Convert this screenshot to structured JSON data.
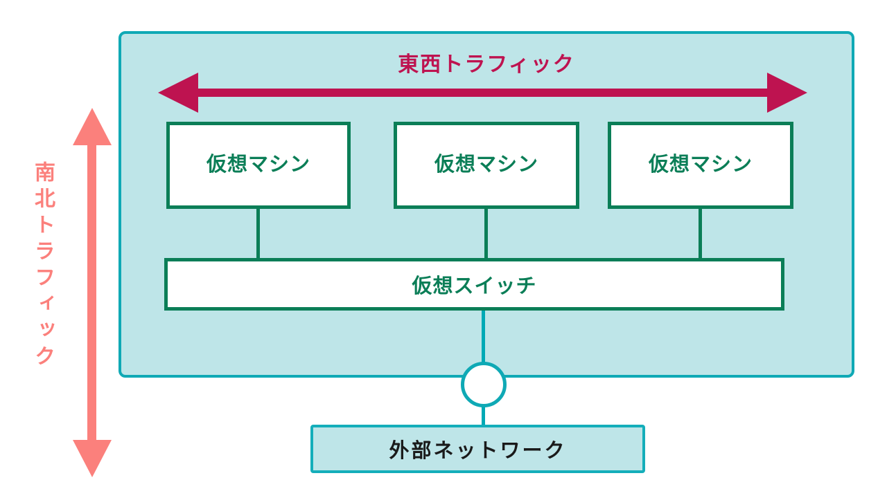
{
  "diagram": {
    "title_east_west": "東西トラフィック",
    "title_north_south": "南北トラフィック",
    "vm_boxes": [
      {
        "label": "仮想マシン"
      },
      {
        "label": "仮想マシン"
      },
      {
        "label": "仮想マシン"
      }
    ],
    "virtual_switch": {
      "label": "仮想スイッチ"
    },
    "external_network": {
      "label": "外部ネットワーク"
    },
    "colors": {
      "east_west_arrow": "#be1350",
      "north_south_arrow": "#fb807c",
      "vm_green": "#0b7e57",
      "teal_border": "#0fa9b5",
      "container_fill": "#bee5e8",
      "external_text": "#1a1a1a"
    }
  }
}
